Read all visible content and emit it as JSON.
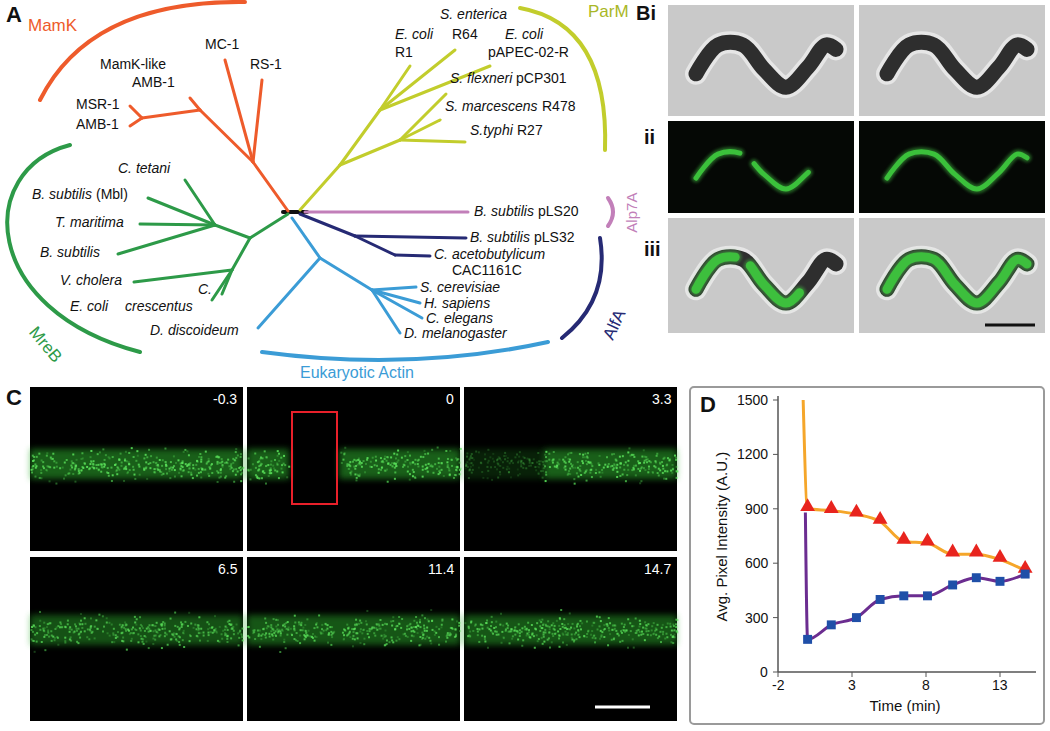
{
  "diagram": {
    "labels": [
      "A",
      "MamK",
      "ParM",
      "Alp7A",
      "AlfA",
      "Eukaryotic Actin",
      "MreB",
      "MamK-like",
      "AMB-1",
      "MC-1",
      "RS-1",
      "MSR-1",
      "AMB-1",
      "S. enterica",
      "E. coli",
      "R64",
      "E. coli",
      "R1",
      "pAPEC-02-R",
      "S. flexneri",
      "pCP301",
      "S. marcescens",
      "R478",
      "S.typhi",
      "R27",
      "B. subtilis",
      "pLS20",
      "B. subtilis",
      "pLS32",
      "C. acetobutylicum",
      "CAC1161C",
      "S. cerevisiae",
      "H. sapiens",
      "C. elegans",
      "D. melanogaster",
      "D. discoideum",
      "C. tetani",
      "B. subtilis",
      "(Mbl)",
      "T. maritima",
      "B. subtilis",
      "V. cholera",
      "C.",
      "E. coli",
      "crescentus",
      "Bi",
      "ii",
      "iii",
      "C",
      "-0.3",
      "0",
      "3.3",
      "6.5",
      "11.4",
      "14.7",
      "D",
      "1500",
      "1200",
      "900",
      "600",
      "300",
      "0",
      "-2",
      "3",
      "8",
      "13",
      "Avg. Pixel Intensity (A.U.)",
      "Time (min)"
    ]
  }
}
